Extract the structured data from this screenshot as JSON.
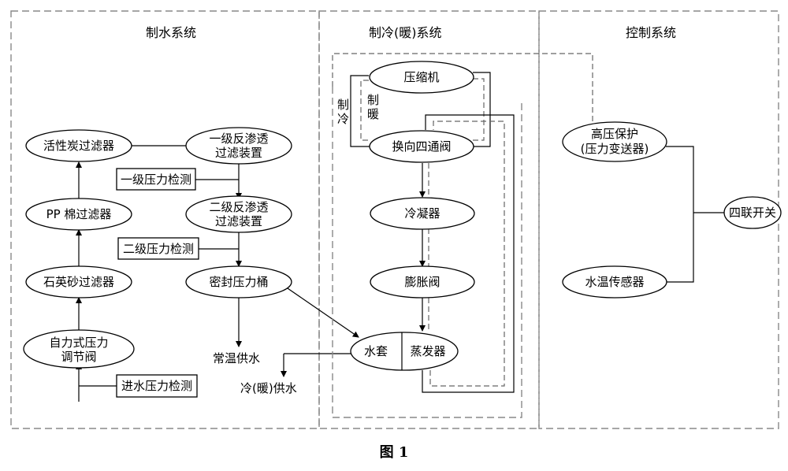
{
  "sections": {
    "water": "制水系统",
    "cooling": "制冷(暖)系统",
    "control": "控制系统"
  },
  "nodes": {
    "activated_carbon_filter": "活性炭过滤器",
    "pp_cotton_filter": "PP 棉过滤器",
    "quartz_sand_filter": "石英砂过滤器",
    "self_pressure_valve_l1": "自力式压力",
    "self_pressure_valve_l2": "调节阀",
    "ro1_l1": "一级反渗透",
    "ro1_l2": "过滤装置",
    "ro2_l1": "二级反渗透",
    "ro2_l2": "过滤装置",
    "sealed_tank": "密封压力桶",
    "compressor": "压缩机",
    "reversing_valve": "换向四通阀",
    "condenser": "冷凝器",
    "expansion_valve": "膨胀阀",
    "water_jacket": "水套",
    "evaporator": "蒸发器",
    "hp_protect_l1": "高压保护",
    "hp_protect_l2": "(压力变送器)",
    "water_temp_sensor": "水温传感器",
    "four_gang_switch": "四联开关"
  },
  "boxes": {
    "pressure_check_1": "一级压力检测",
    "pressure_check_2": "二级压力检测",
    "inlet_pressure_check": "进水压力检测"
  },
  "labels": {
    "normal_temp_supply": "常温供水",
    "cold_warm_supply": "冷(暖)供水",
    "cooling_l1": "制",
    "cooling_l2": "冷",
    "heating_l1": "制",
    "heating_l2": "暖"
  },
  "caption": "图 1"
}
